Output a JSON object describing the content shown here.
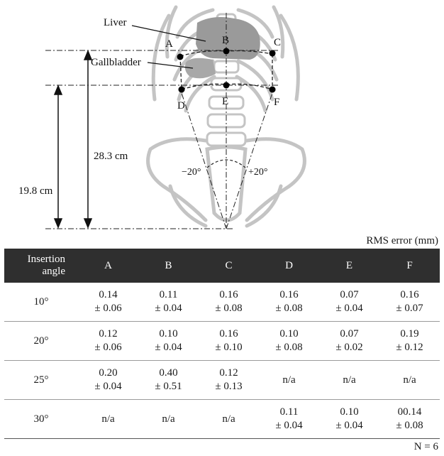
{
  "figure": {
    "labels": {
      "liver": "Liver",
      "gallbladder": "Gallbladder",
      "point_a": "A",
      "point_b": "B",
      "point_c": "C",
      "point_d": "D",
      "point_e": "E",
      "point_f": "F",
      "dim_upper": "28.3 cm",
      "dim_lower": "19.8 cm",
      "angle_left": "−20°",
      "angle_right": "+20°"
    },
    "colors": {
      "liver": "#9a9a9a",
      "gallbladder": "#a8a8a8",
      "bone": "#ffffff",
      "bone_outline": "#c8c8c8",
      "marker": "#000000"
    }
  },
  "table": {
    "caption": "RMS error (mm)",
    "header": {
      "angle_line1": "Insertion",
      "angle_line2": "angle",
      "columns": [
        "A",
        "B",
        "C",
        "D",
        "E",
        "F"
      ]
    },
    "rows": [
      {
        "angle": "10°",
        "cells": [
          [
            "0.14",
            "± 0.06"
          ],
          [
            "0.11",
            "± 0.04"
          ],
          [
            "0.16",
            "± 0.08"
          ],
          [
            "0.16",
            "± 0.08"
          ],
          [
            "0.07",
            "± 0.04"
          ],
          [
            "0.16",
            "± 0.07"
          ]
        ]
      },
      {
        "angle": "20°",
        "cells": [
          [
            "0.12",
            "± 0.06"
          ],
          [
            "0.10",
            "± 0.04"
          ],
          [
            "0.16",
            "± 0.10"
          ],
          [
            "0.10",
            "± 0.08"
          ],
          [
            "0.07",
            "± 0.02"
          ],
          [
            "0.19",
            "± 0.12"
          ]
        ]
      },
      {
        "angle": "25°",
        "cells": [
          [
            "0.20",
            "± 0.04"
          ],
          [
            "0.40",
            "± 0.51"
          ],
          [
            "0.12",
            "± 0.13"
          ],
          [
            "n/a",
            ""
          ],
          [
            "n/a",
            ""
          ],
          [
            "n/a",
            ""
          ]
        ]
      },
      {
        "angle": "30°",
        "cells": [
          [
            "n/a",
            ""
          ],
          [
            "n/a",
            ""
          ],
          [
            "n/a",
            ""
          ],
          [
            "0.11",
            "± 0.04"
          ],
          [
            "0.10",
            "± 0.04"
          ],
          [
            "00.14",
            "± 0.08"
          ]
        ]
      }
    ],
    "footnote": "N = 6"
  }
}
